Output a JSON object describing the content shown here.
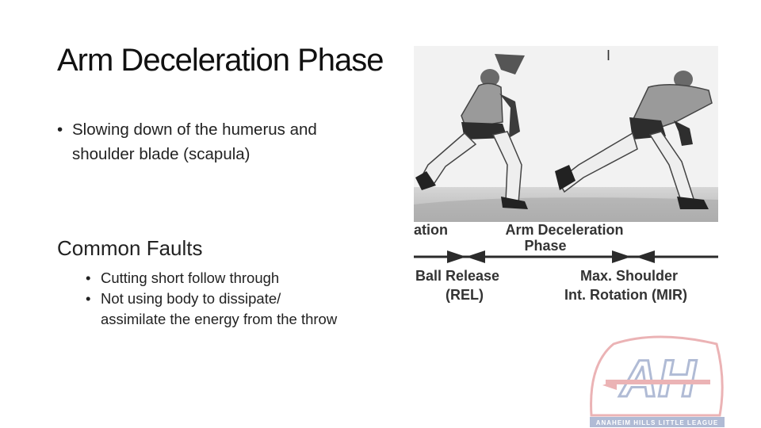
{
  "slide": {
    "title": "Arm Deceleration Phase",
    "bullets": [
      "Slowing down of the humerus and shoulder blade (scapula)"
    ],
    "subheading": "Common Faults",
    "sub_bullets": [
      "Cutting short follow through",
      "Not using body to dissipate/ assimilate the energy from the throw"
    ]
  },
  "figure": {
    "mark": "I",
    "label_left": "ation",
    "label_center_line1": "Arm Deceleration",
    "label_center_line2": "Phase",
    "marker_left_line1": "Ball Release",
    "marker_left_line2": "(REL)",
    "marker_right_line1": "Max. Shoulder",
    "marker_right_line2": "Int. Rotation (MIR)"
  },
  "logo": {
    "letters": "AH",
    "tagline": "ANAHEIM HILLS LITTLE LEAGUE",
    "accent_red": "#c8282d",
    "accent_blue": "#1f3f8a"
  }
}
